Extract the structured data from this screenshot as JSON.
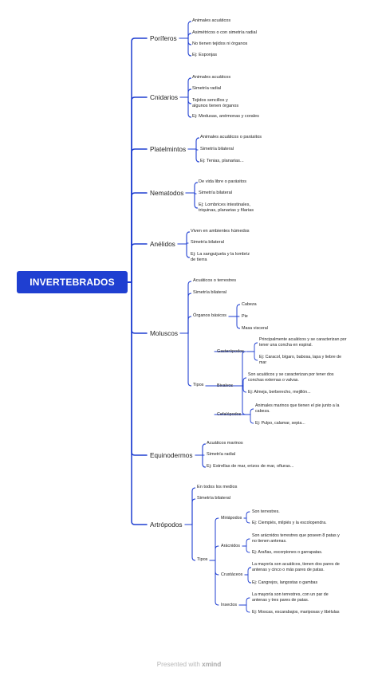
{
  "root": "INVERTEBRADOS",
  "accent_color": "#1f3fd1",
  "footer": {
    "prefix": "Presented with ",
    "brand": "xmind"
  },
  "topics": [
    {
      "label": "Poríferos",
      "children": [
        {
          "label": "Animales acuáticos"
        },
        {
          "label": "Asimétricos o con simetría radial"
        },
        {
          "label": "No tienen tejidos ni órganos"
        },
        {
          "label": "Ej: Esponjas"
        }
      ]
    },
    {
      "label": "Cnidarios",
      "children": [
        {
          "label": "Animales acuáticos"
        },
        {
          "label": "Simetría radial"
        },
        {
          "label": "Tejidos sencillos y\nalgunos tienen órganos"
        },
        {
          "label": "Ej: Medusas, anémonas y corales"
        }
      ]
    },
    {
      "label": "Platelmintos",
      "children": [
        {
          "label": "Animales acuáticos o parásitos"
        },
        {
          "label": "Simetría bilateral"
        },
        {
          "label": "Ej: Tenias, planarias..."
        }
      ]
    },
    {
      "label": "Nematodos",
      "children": [
        {
          "label": "De vida libre o parásitos"
        },
        {
          "label": "Simetría bilateral"
        },
        {
          "label": "Ej: Lombrices intestinales,\ntriquinas, planarias y filarias"
        }
      ]
    },
    {
      "label": "Anélidos",
      "children": [
        {
          "label": "Viven en ambientes húmedos"
        },
        {
          "label": "Simetría bilateral"
        },
        {
          "label": "Ej: La sanguijuela y la lombriz\nde tierra"
        }
      ]
    },
    {
      "label": "Moluscos",
      "children": [
        {
          "label": "Acuáticos o terrestres"
        },
        {
          "label": "Simetría bilateral"
        },
        {
          "label": "Órganos básicos",
          "children": [
            {
              "label": "Cabeza"
            },
            {
              "label": "Pie"
            },
            {
              "label": "Masa visceral"
            }
          ]
        },
        {
          "label": "Tipos",
          "children": [
            {
              "label": "Gasterópodos",
              "children": [
                {
                  "label": "Principalmente acuáticos y se caracterizan por\ntener una concha en espiral."
                },
                {
                  "label": "Ej: Caracol, bígaro, babosa, lapa y liebre de\nmar"
                }
              ]
            },
            {
              "label": "Bivalvos",
              "children": [
                {
                  "label": "Son acuáticos y se caracterizan por tener dos\nconchas externas o valvas."
                },
                {
                  "label": "Ej: Almeja, berberecho, mejillón..."
                }
              ]
            },
            {
              "label": "Cefalópodos",
              "children": [
                {
                  "label": "Animales marinos que tienen el pie junto a la\ncabeza."
                },
                {
                  "label": "Ej: Pulpo, calamar, sepia..."
                }
              ]
            }
          ]
        }
      ]
    },
    {
      "label": "Equinodermos",
      "children": [
        {
          "label": "Acuáticos marinos"
        },
        {
          "label": "Simetría radial"
        },
        {
          "label": "Ej: Estrellas de mar, erizos de mar, ofiuras..."
        }
      ]
    },
    {
      "label": "Artrópodos",
      "children": [
        {
          "label": "En todos los medios"
        },
        {
          "label": "Simetría bilateral"
        },
        {
          "label": "Tipos",
          "children": [
            {
              "label": "Miriápodos",
              "children": [
                {
                  "label": "Son terrestres."
                },
                {
                  "label": "Ej: Ciempiés, milpiés y la escolopendra."
                }
              ]
            },
            {
              "label": "Arácnidos",
              "children": [
                {
                  "label": "Son arácnidos terrestres que poseen 8 patas y\nno tienen antenas."
                },
                {
                  "label": "Ej: Arañas, escorpiones o garrapatas."
                }
              ]
            },
            {
              "label": "Crustáceos",
              "children": [
                {
                  "label": "La mayoría son acuáticos, tienen dos pares de\nantenas y cinco o más pares de patas."
                },
                {
                  "label": "Ej: Cangrejos, langostas o gambas"
                }
              ]
            },
            {
              "label": "Insectos",
              "children": [
                {
                  "label": "La mayoría son terrestres, con un par de\nantenas y tres pares de patas."
                },
                {
                  "label": "Ej: Moscas, escarabajos, mariposas y libélulas"
                }
              ]
            }
          ]
        }
      ]
    }
  ]
}
